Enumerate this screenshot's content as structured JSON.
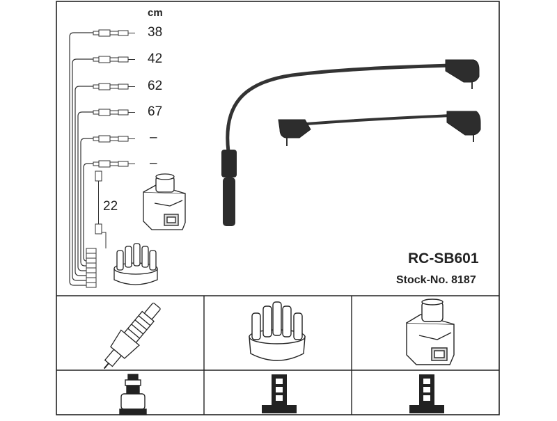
{
  "diagram": {
    "unit": "cm",
    "wire_lengths": [
      "38",
      "42",
      "62",
      "67",
      "–",
      "–"
    ],
    "coil_lead_length": "22",
    "part_number": "RC-SB601",
    "stock_number": "Stock-No. 8187",
    "components": [
      "spark-plug",
      "distributor-cap",
      "ignition-coil"
    ],
    "connectors": [
      "plug-connector",
      "distributor-connector",
      "coil-connector"
    ]
  }
}
